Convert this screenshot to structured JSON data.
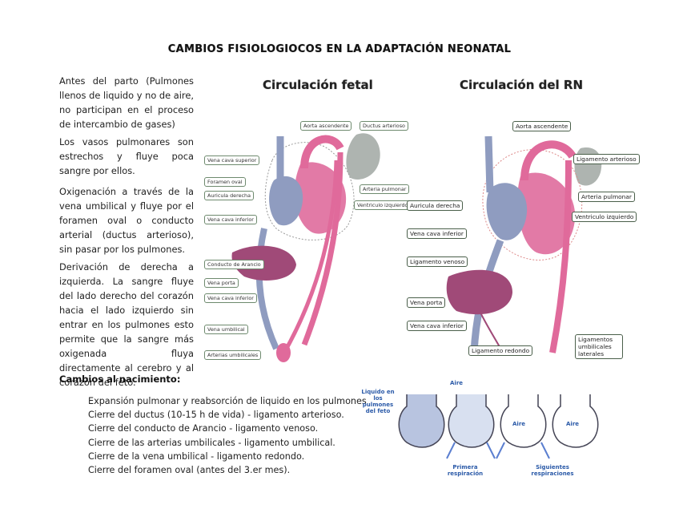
{
  "title": "CAMBIOS FISIOLOGIOCOS EN LA ADAPTACIÓN NEONATAL",
  "paragraphs": [
    "Antes del parto (Pulmones llenos de liquido y no de aire, no participan en el proceso de intercambio de gases)",
    "Los vasos pulmonares son estrechos y fluye poca sangre por ellos.",
    "Oxigenación a través de la vena umbilical y fluye por el foramen oval o conducto arterial (ductus arterioso), sin pasar por los pulmones.",
    "Derivación de derecha a izquierda. La sangre fluye del lado derecho del corazón hacia el lado izquierdo sin entrar en los pulmones esto permite que la sangre más oxigenada fluya directamente al cerebro y al corazón del feto."
  ],
  "changes_heading": "Cambios al nacimiento:",
  "changes": [
    "Expansión pulmonar y reabsorción de liquido en los pulmones",
    "Cierre del ductus (10-15 h de vida) - ligamento arterioso.",
    "Cierre del conducto de Arancio - ligamento venoso.",
    "Cierre de las arterias umbilicales - ligamento umbilical.",
    "Cierre de la vena umbilical - ligamento redondo.",
    "Cierre del foramen oval (antes del 3.er mes)."
  ],
  "fetal": {
    "title": "Circulación fetal",
    "labels": {
      "aorta": "Aorta ascendente",
      "ductus": "Ductus arterioso",
      "vcs": "Vena cava superior",
      "foramen": "Foramen oval",
      "auricula": "Auricula derecha",
      "arteria_pulmonar": "Arteria pulmonar",
      "ventriculo": "Ventriculo izquierdo",
      "vci": "Vena cava inferior",
      "arancio": "Conducto de Arancio",
      "porta": "Vena porta",
      "vci2": "Vena cava inferior",
      "umbilical": "Vena umbilical",
      "arterias": "Arterias umbilicales"
    }
  },
  "rn": {
    "title": "Circulación del RN",
    "labels": {
      "aorta": "Aorta ascendente",
      "ligamento_arterioso": "Ligamento arterioso",
      "arteria_pulmonar": "Arteria pulmonar",
      "auricula": "Auricula derecha",
      "ventriculo": "Ventriculo izquierdo",
      "vci": "Vena cava inferior",
      "ligamento_venoso": "Ligamento venoso",
      "porta": "Vena porta",
      "vci2": "Vena cava inferior",
      "ligamento_redondo": "Ligamento redondo",
      "ligamentos_umbilicales": "Ligamentos umbilicales laterales"
    }
  },
  "lungs": {
    "fluid": "Liquido en los pulmones del feto",
    "air1": "Aire",
    "air2": "Aire",
    "air3": "Aire",
    "first": "Primera respiración",
    "next": "Siguientes respiraciones"
  },
  "colors": {
    "vein": "#8f9cc0",
    "artery": "#e0699b",
    "lung": "#aeb4b0",
    "liver": "#a04a78",
    "label_text": "#2b5aa8"
  }
}
